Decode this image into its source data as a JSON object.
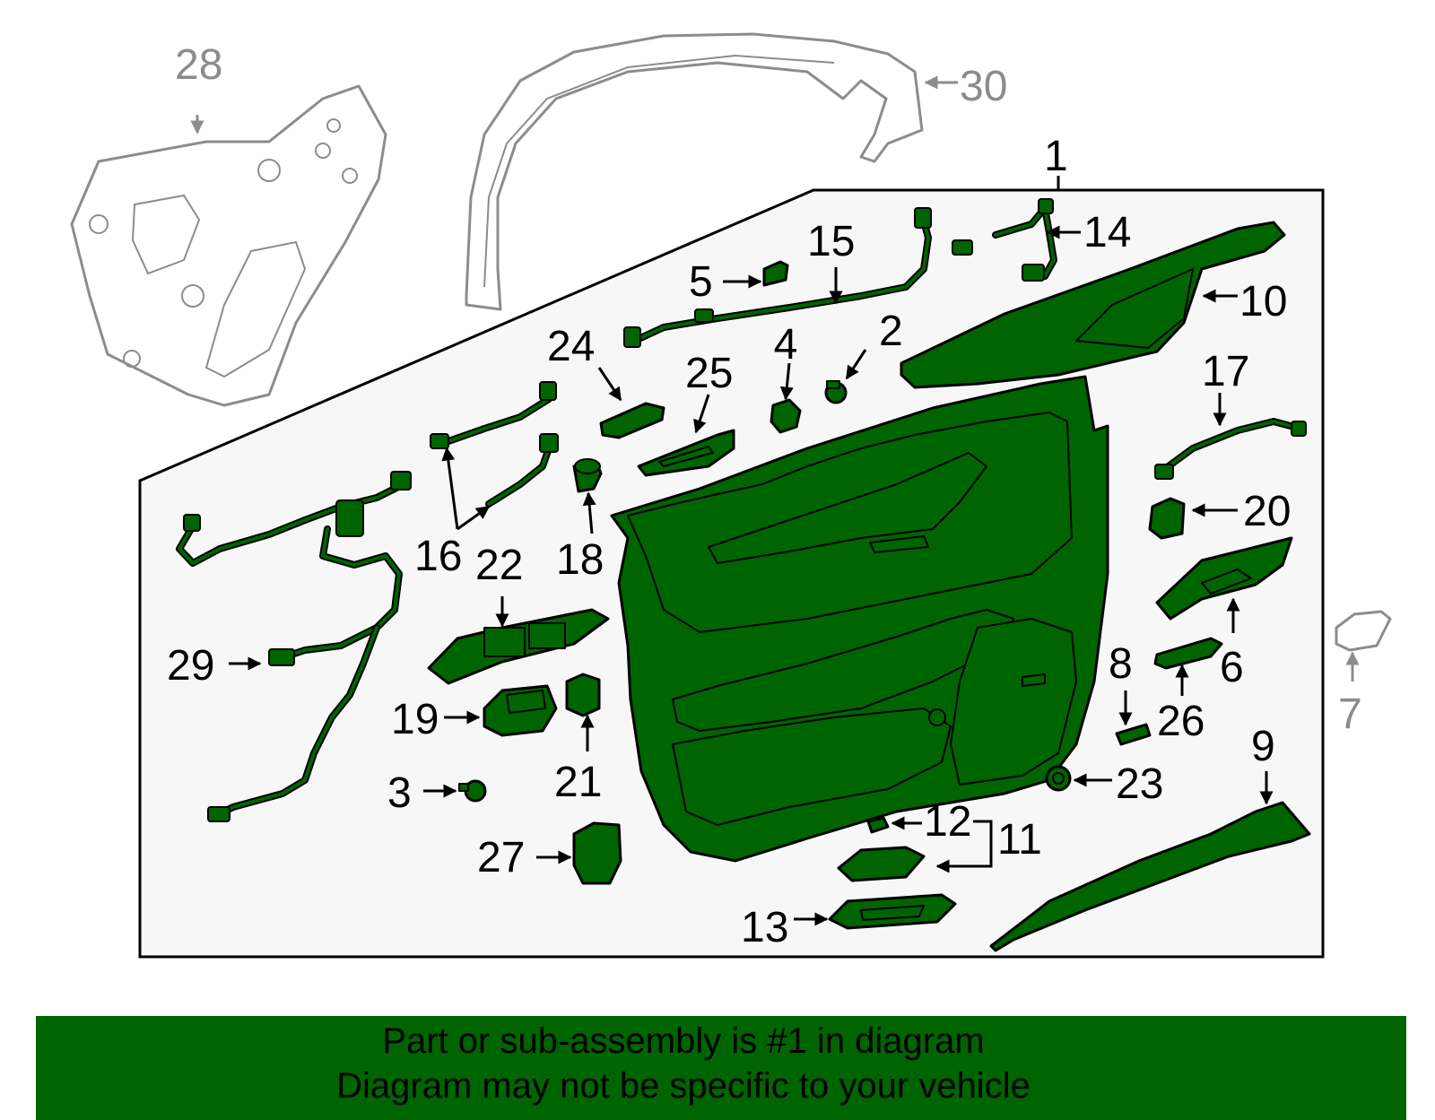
{
  "callouts": {
    "c1": "1",
    "c2": "2",
    "c3": "3",
    "c4": "4",
    "c5": "5",
    "c6": "6",
    "c7": "7",
    "c8": "8",
    "c9": "9",
    "c10": "10",
    "c11": "11",
    "c12": "12",
    "c13": "13",
    "c14": "14",
    "c15": "15",
    "c16": "16",
    "c17": "17",
    "c18": "18",
    "c19": "19",
    "c20": "20",
    "c21": "21",
    "c22": "22",
    "c23": "23",
    "c24": "24",
    "c25": "25",
    "c26": "26",
    "c27": "27",
    "c28": "28",
    "c29": "29",
    "c30": "30"
  },
  "banner": {
    "line1": "Part or sub-assembly is #1 in diagram",
    "line2": "Diagram may not be specific to your vehicle"
  },
  "colors": {
    "highlight": "#006400",
    "panel_bg": "#f7f7f7",
    "ghost": "#8c8c8c"
  }
}
